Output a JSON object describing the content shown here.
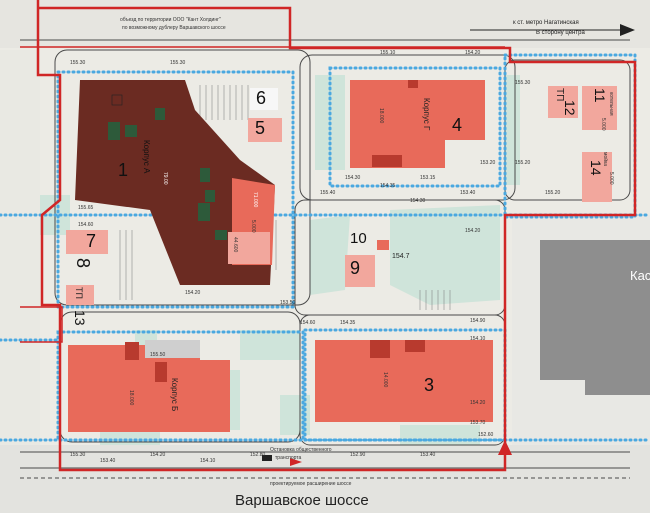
{
  "header": {
    "notice_line1": "объезд по территории ООО \"Кант Холдинг\"",
    "notice_line2": "по возможному дублеру Варшавского шоссе",
    "metro_line1": "к ст. метро Нагатинская",
    "metro_line2": "В сторону центра"
  },
  "buildings": {
    "b1": {
      "number": "1",
      "label": "Корпус А",
      "height_a": "79.00",
      "height_b": "71.000",
      "height_c": "5.000",
      "height_d": "44.600"
    },
    "b3": {
      "number": "3",
      "label": "",
      "height": "14.000"
    },
    "b4": {
      "number": "4",
      "label": "Корпус Г",
      "height": "18.000"
    },
    "b5": {
      "number": "5"
    },
    "b6": {
      "number": "6"
    },
    "b7": {
      "number": "7"
    },
    "b8": {
      "number": "8"
    },
    "b9": {
      "number": "9"
    },
    "b10": {
      "number": "10",
      "level": "154.7"
    },
    "b11": {
      "number": "11",
      "label": "котельная",
      "height": "5.000"
    },
    "b12": {
      "number": "12",
      "prefix": "ТП"
    },
    "b13": {
      "number": "13",
      "prefix": "ТП"
    },
    "b14": {
      "number": "14",
      "label": "мойка",
      "height": "5.000"
    },
    "b_korpus_b": {
      "label": "Корпус Б",
      "height": "18.000"
    }
  },
  "levels": [
    "155.30",
    "155.30",
    "155.10",
    "154.20",
    "154.30",
    "154.35",
    "153.15",
    "153.40",
    "155.40",
    "154.60",
    "155.65",
    "154.20",
    "154.35",
    "154.90",
    "154.20",
    "154.30",
    "154.10",
    "154.20",
    "153.70",
    "155.50",
    "155.30",
    "152.60",
    "152.90",
    "153.40",
    "154.20",
    "154.10",
    "153.40",
    "154.60",
    "155.20",
    "155.20",
    "155.30",
    "153.50",
    "153.20",
    "152.80"
  ],
  "right_building_label": "Кас",
  "bottom": {
    "stop_line1": "Остановка общественного",
    "stop_line2": "транспорта",
    "widening": "проектируемое расширение шоссе",
    "highway": "Варшавское шоссе"
  },
  "colors": {
    "building_dark": "#6b2b22",
    "building_red": "#e86a5a",
    "building_pink": "#f2a79d",
    "boundary_red": "#d02626",
    "fence_blue": "#4aa8e0",
    "green_area": "#cfe4da",
    "neighbour_grey": "#8e8e8e"
  }
}
